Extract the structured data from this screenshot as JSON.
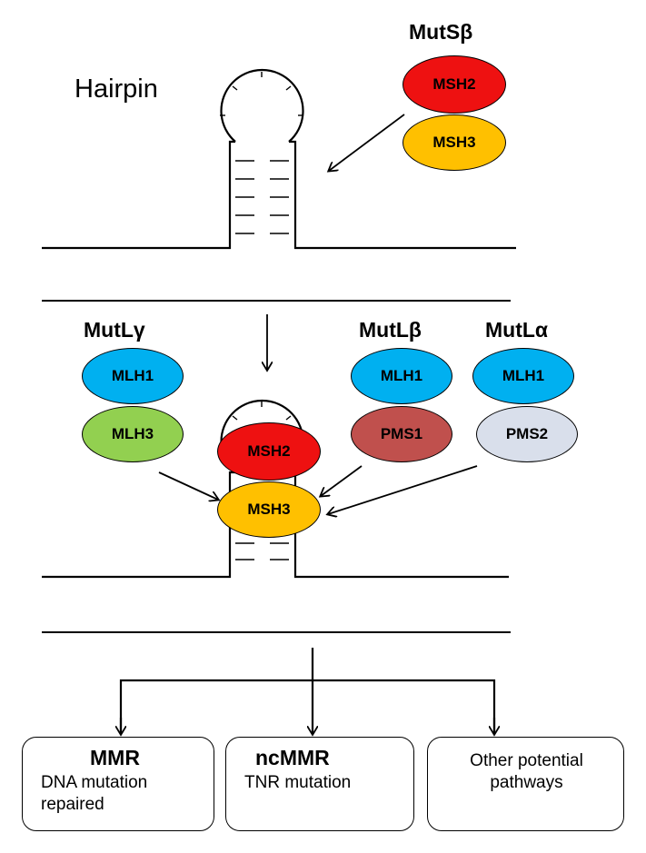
{
  "top": {
    "hairpin_label": "Hairpin",
    "complex_label": "MutSβ",
    "proteins": {
      "upper": "MSH2",
      "lower": "MSH3"
    }
  },
  "middle": {
    "mutl_gamma": {
      "label": "MutLγ",
      "upper": "MLH1",
      "lower": "MLH3"
    },
    "mutl_beta": {
      "label": "MutLβ",
      "upper": "MLH1",
      "lower": "PMS1"
    },
    "mutl_alpha": {
      "label": "MutLα",
      "upper": "MLH1",
      "lower": "PMS2"
    },
    "bound": {
      "upper": "MSH2",
      "lower": "MSH3"
    }
  },
  "outcomes": [
    {
      "title": "MMR",
      "subtitle": "DNA mutation repaired"
    },
    {
      "title": "ncMMR",
      "subtitle": "TNR mutation"
    },
    {
      "title": "",
      "subtitle": "Other potential pathways"
    }
  ],
  "colors": {
    "msh2": "#ee1111",
    "msh3": "#ffc000",
    "mlh1": "#00b0f0",
    "mlh3": "#92d050",
    "pms1": "#c0504d",
    "pms2": "#d9dfeb"
  }
}
